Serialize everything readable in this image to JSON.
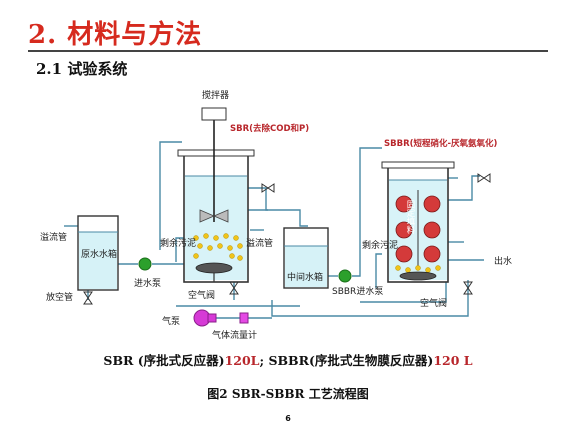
{
  "heading": "2. 材料与方法",
  "subheading": "2.1 试验系统",
  "diagram": {
    "stirrer_label": "搅拌器",
    "sbr_label": "SBR(去除COD和P)",
    "sbbr_label": "SBBR(短程硝化-厌氧氨氧化)",
    "overflow_left": "溢流管",
    "raw_tank": "原水水箱",
    "drain_left": "放空管",
    "feed_pump": "进水泵",
    "sludge_left": "剩余污泥",
    "overflow_mid": "溢流管",
    "air_valve_left": "空气阀",
    "mid_tank": "中间水箱",
    "sbbr_feed_pump": "SBBR进水泵",
    "sludge_right": "剩余污泥",
    "fixed_packing": "固定填料",
    "outlet": "出水",
    "air_valve_right": "空气阀",
    "air_pump": "气泵",
    "flowmeter": "气体流量计"
  },
  "caption": {
    "sbr_name": "SBR (序批式反应器)",
    "sbr_volume": "120L",
    "sep": "; ",
    "sbbr_name": "SBBR(序批式生物膜反应器)",
    "sbbr_volume": "120 L"
  },
  "figure_caption": "图2 SBR-SBBR  工艺流程图",
  "page_number": "6",
  "colors": {
    "title_red": "#d62a1e",
    "pipe": "#4a8aa5",
    "pump_green": "#2ca02c",
    "air_pump_magenta": "#d63ad6",
    "media_red": "#d43a3a",
    "particles_yellow": "#f0c419"
  }
}
